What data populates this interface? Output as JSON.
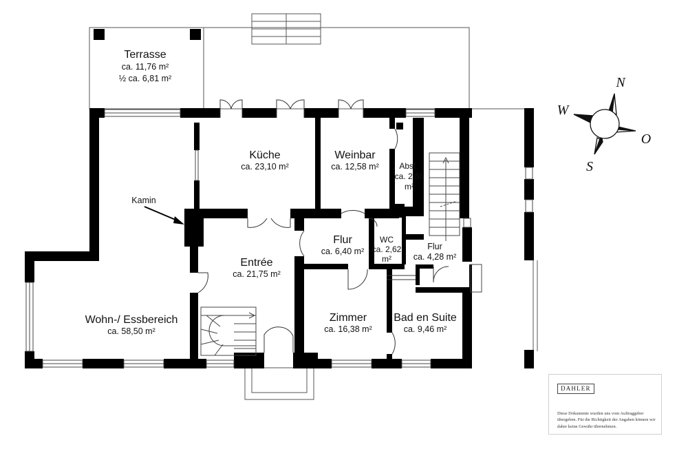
{
  "rooms": {
    "terrasse": {
      "name": "Terrasse",
      "area": "ca. 11,76 m²",
      "area_half": "½ ca. 6,81 m²"
    },
    "kueche": {
      "name": "Küche",
      "area": "ca. 23,10 m²"
    },
    "weinbar": {
      "name": "Weinbar",
      "area": "ca. 12,58 m²"
    },
    "abst": {
      "name": "Abst.",
      "area_1": "ca. 2,66",
      "area_2": "m²"
    },
    "flur1": {
      "name": "Flur",
      "area": "ca. 6,40 m²"
    },
    "wc": {
      "name": "WC",
      "area_1": "ca. 2,62",
      "area_2": "m²"
    },
    "flur2": {
      "name": "Flur",
      "area": "ca. 4,28 m²"
    },
    "entree": {
      "name": "Entrée",
      "area": "ca. 21,75 m²"
    },
    "wohn": {
      "name": "Wohn-/ Essbereich",
      "area": "ca. 58,50 m²"
    },
    "zimmer": {
      "name": "Zimmer",
      "area": "ca. 16,38 m²"
    },
    "bad": {
      "name": "Bad en Suite",
      "area": "ca. 9,46 m²"
    }
  },
  "annotations": {
    "kamin": "Kamin"
  },
  "compass": {
    "north": "N",
    "east": "O",
    "south": "S",
    "west": "W"
  },
  "disclaimer": {
    "brand": "DAHLER",
    "text": "Diese Dokumente wurden uns vom Auftraggeber übergeben. Für die Richtigkeit der Angaben können wir daher keine Gewähr übernehmen."
  },
  "colors": {
    "wall": "#000000",
    "line": "#333333",
    "background": "#ffffff"
  }
}
